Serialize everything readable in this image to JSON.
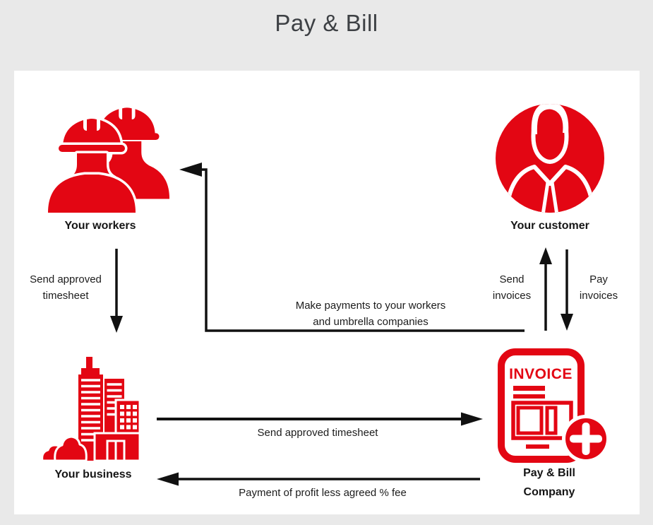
{
  "page": {
    "title": "Pay & Bill",
    "background_color": "#e9e9e9",
    "canvas_color": "#ffffff"
  },
  "colors": {
    "brand_red": "#e30613",
    "arrow_color": "#111111",
    "title_color": "#3d4044",
    "label_color": "#151515"
  },
  "nodes": {
    "workers": {
      "label": "Your workers",
      "icon": "construction-workers-icon"
    },
    "customer": {
      "label": "Your customer",
      "icon": "businessman-circle-icon"
    },
    "business": {
      "label": "Your business",
      "icon": "city-buildings-icon"
    },
    "paybill": {
      "label_line1": "Pay & Bill",
      "label_line2": "Company",
      "icon": "invoice-plus-icon",
      "invoice_text": "INVOICE"
    }
  },
  "flows": {
    "workers_to_business": {
      "label_line1": "Send approved",
      "label_line2": "timesheet",
      "direction": "down"
    },
    "paybill_to_workers": {
      "label_line1": "Make payments to your workers",
      "label_line2": "and umbrella companies",
      "direction": "left-then-up"
    },
    "paybill_to_customer": {
      "label_line1": "Send",
      "label_line2": "invoices",
      "direction": "up"
    },
    "customer_to_paybill": {
      "label_line1": "Pay",
      "label_line2": "invoices",
      "direction": "down"
    },
    "business_to_paybill": {
      "label": "Send approved timesheet",
      "direction": "right"
    },
    "paybill_to_business": {
      "label": "Payment of profit less agreed % fee",
      "direction": "left"
    }
  }
}
